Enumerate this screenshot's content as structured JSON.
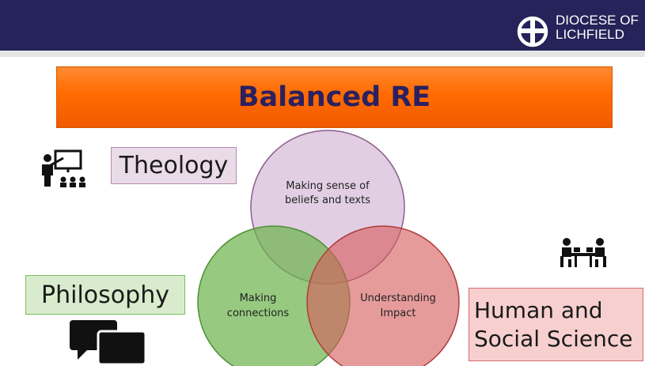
{
  "header": {
    "logo_line1": "DIOCESE OF",
    "logo_line2": "LICHFIELD",
    "bar_color": "#26235a"
  },
  "title": {
    "text": "Balanced RE",
    "color": "#ff6b00"
  },
  "labels": {
    "theology": "Theology",
    "philosophy": "Philosophy",
    "human_line1": "Human and",
    "human_line2": "Social Science"
  },
  "venn": {
    "top_line1": "Making sense of",
    "top_line2": "beliefs and texts",
    "left_line1": "Making",
    "left_line2": "connections",
    "right_line1": "Understanding",
    "right_line2": "Impact",
    "colors": {
      "top": "#c9a6cc",
      "left": "#6fb44f",
      "right": "#d65d5d"
    }
  },
  "icons": {
    "teacher": "teacher-presentation-icon",
    "discussion": "people-at-table-icon",
    "speech": "speech-bubbles-icon"
  }
}
